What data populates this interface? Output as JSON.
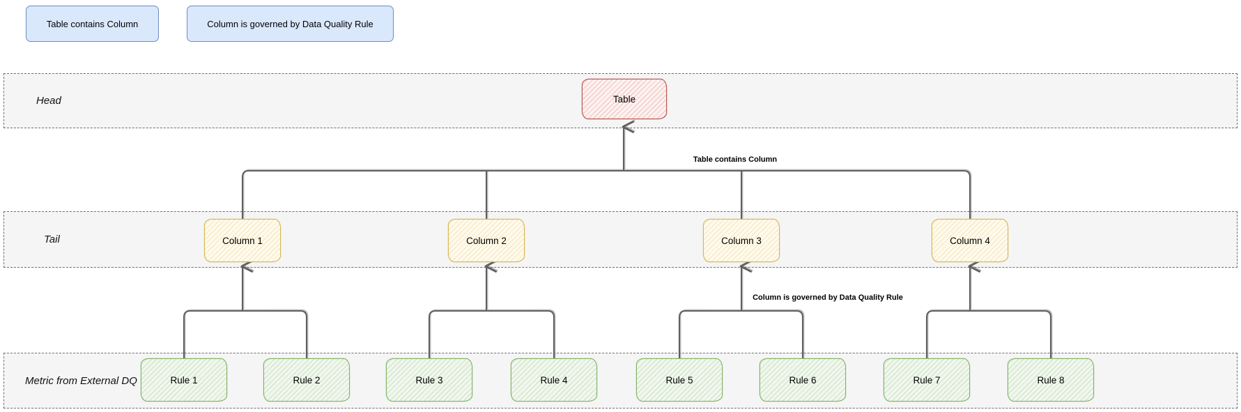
{
  "diagram": {
    "legend": {
      "items": [
        {
          "label": "Table contains Column"
        },
        {
          "label": "Column is governed by Data Quality Rule"
        }
      ]
    },
    "lanes": [
      {
        "id": "head",
        "label": "Head"
      },
      {
        "id": "tail",
        "label": "Tail"
      },
      {
        "id": "metric",
        "label": "Metric from External DQ"
      }
    ],
    "nodes": {
      "table": {
        "label": "Table"
      },
      "columns": [
        {
          "label": "Column 1"
        },
        {
          "label": "Column 2"
        },
        {
          "label": "Column 3"
        },
        {
          "label": "Column 4"
        }
      ],
      "rules": [
        {
          "label": "Rule 1"
        },
        {
          "label": "Rule 2"
        },
        {
          "label": "Rule 3"
        },
        {
          "label": "Rule 4"
        },
        {
          "label": "Rule 5"
        },
        {
          "label": "Rule 6"
        },
        {
          "label": "Rule 7"
        },
        {
          "label": "Rule 8"
        }
      ]
    },
    "edge_labels": [
      {
        "text": "Table contains Column"
      },
      {
        "text": "Column is governed by Data Quality Rule"
      }
    ],
    "colors": {
      "legend_fill": "#dae8fc",
      "legend_border": "#6c8ebf",
      "table_fill": "#f8cecc",
      "table_border": "#b85450",
      "column_fill": "#fff2cc",
      "column_border": "#d6b656",
      "rule_fill": "#d5e8d4",
      "rule_border": "#82b366",
      "lane_fill": "#f5f5f5",
      "lane_border": "#6f6f6f",
      "connector": "#606060"
    }
  }
}
